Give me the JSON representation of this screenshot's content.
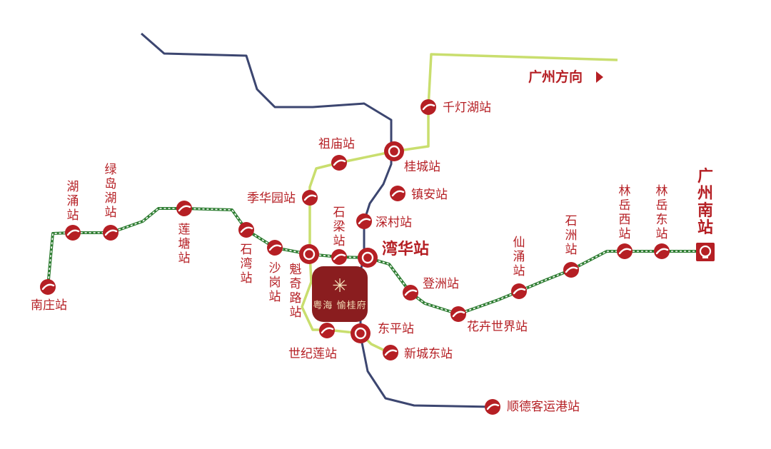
{
  "direction_label": "广州方向",
  "colors": {
    "red": "#b51f24",
    "dark_red": "#8a1d1f",
    "navy_line": "#3c4670",
    "lime_line": "#c9de6e",
    "green_line": "#2e7d32",
    "gold": "#f3dfb8"
  },
  "project": {
    "logo_icon": "starburst-logo-icon",
    "logo_glyph": "✳",
    "name_prefix": "粤海",
    "name": "愉桂府"
  },
  "stations": {
    "nanzhuang": "南庄站",
    "huchong": "湖涌站",
    "lvdaohu": "绿岛湖站",
    "liantang": "莲塘站",
    "shiwan": "石湾站",
    "shagang": "沙岗站",
    "kuiqilu": "魁奇路站",
    "shiliang": "石梁站",
    "jihuayuan": "季华园站",
    "zumiao": "祖庙站",
    "guicheng": "桂城站",
    "qiandenghu": "千灯湖站",
    "zhenan": "镇安站",
    "shencun": "深村站",
    "wanhua": "湾华站",
    "dengzhou": "登洲站",
    "huahuishijie": "花卉世界站",
    "xianyong": "仙涌站",
    "shizhou": "石洲站",
    "linyuexi": "林岳西站",
    "linyuedong": "林岳东站",
    "guangzhounan": "广州南站",
    "dongping": "东平站",
    "shijilian": "世纪莲站",
    "xinchengdong": "新城东站",
    "shundekeyun": "顺德客运港站"
  }
}
